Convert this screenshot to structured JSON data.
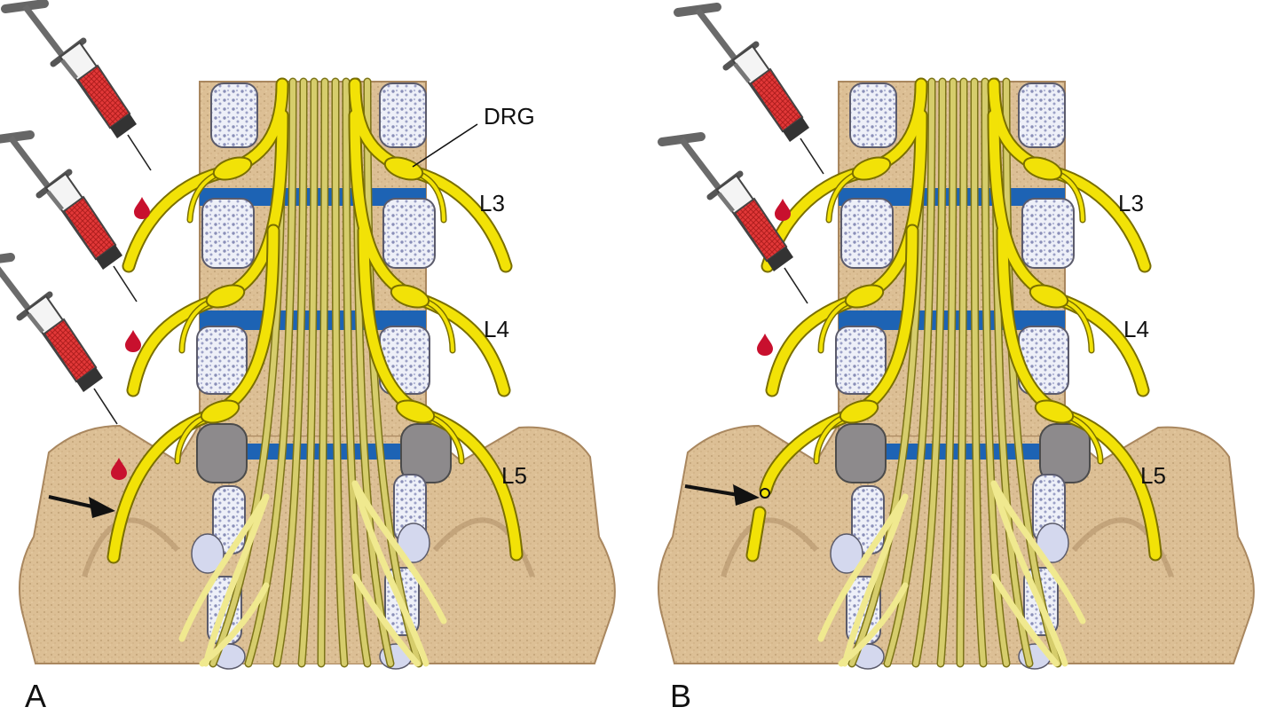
{
  "panels": [
    {
      "panel_label": "A",
      "labels": {
        "drg": "DRG",
        "l3": "L3",
        "l4": "L4",
        "l5": "L5"
      },
      "syringe_count": 3,
      "nerve_cut": false
    },
    {
      "panel_label": "B",
      "labels": {
        "l3": "L3",
        "l4": "L4",
        "l5": "L5"
      },
      "syringe_count": 2,
      "nerve_cut": true
    }
  ],
  "colors": {
    "bone": "#dcbf95",
    "bone_dark": "#a9875f",
    "disc": "#1d63b4",
    "nerve": "#f2e207",
    "nerve_outline": "#7a6f00",
    "cauda": "#cfc66a",
    "facet": "#eef0f8",
    "syringe_fill": "#e23838",
    "blood": "#c8102e"
  },
  "icons": [
    "syringe-icon",
    "blood-drop-icon",
    "arrow-icon"
  ]
}
